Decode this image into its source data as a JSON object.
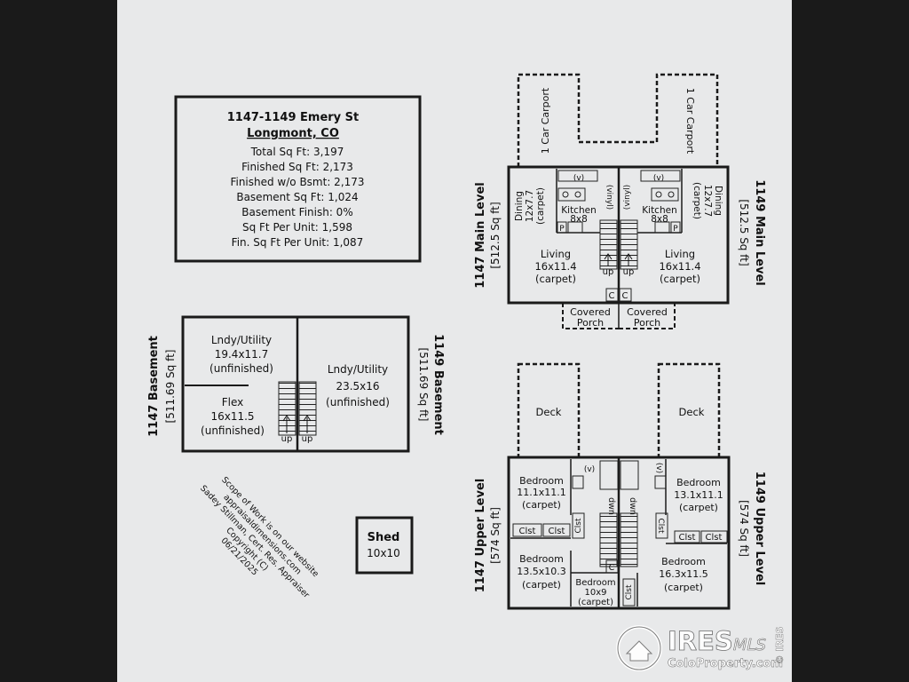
{
  "info": {
    "address": "1147-1149 Emery St",
    "city": "Longmont, CO",
    "lines": [
      "Total Sq Ft: 3,197",
      "Finished Sq Ft: 2,173",
      "Finished w/o Bsmt: 2,173",
      "Basement Sq Ft: 1,024",
      "Basement Finish: 0%",
      "Sq Ft Per Unit: 1,598",
      "Fin. Sq Ft Per Unit: 1,087"
    ]
  },
  "basement": {
    "left_title": "1147 Basement",
    "left_sqft": "[511.69 Sq ft]",
    "right_title": "1149 Basement",
    "right_sqft": "[511.69 Sq ft]",
    "laundry_left": [
      "Lndy/Utility",
      "19.4x11.7",
      "(unfinished)"
    ],
    "flex": [
      "Flex",
      "16x11.5",
      "(unfinished)"
    ],
    "laundry_right": [
      "Lndy/Utility",
      "23.5x16",
      "(unfinished)"
    ],
    "up": "up"
  },
  "shed": {
    "title": "Shed",
    "size": "10x10"
  },
  "credit": [
    "Scope of Work is on our website",
    "appraisaldimensions.com",
    "Sadey Stillman, Cert. Res. Appraiser",
    "Copyright (C)",
    "06/21/2025"
  ],
  "main": {
    "left_title": "1147 Main Level",
    "left_sqft": "[512.5 Sq ft]",
    "right_title": "1149 Main Level",
    "right_sqft": "[512.5 Sq ft]",
    "carport": "1 Car Carport",
    "dining": [
      "Dining",
      "12x7.7",
      "(carpet)"
    ],
    "kitchen": [
      "Kitchen",
      "8x8"
    ],
    "living": [
      "Living",
      "16x11.4",
      "(carpet)"
    ],
    "vinyl": "(vinyl)",
    "porch": [
      "Covered",
      "Porch"
    ],
    "v": "(v)",
    "p": "P",
    "c": "C",
    "up": "up"
  },
  "upper": {
    "left_title": "1147 Upper Level",
    "left_sqft": "[574 Sq ft]",
    "right_title": "1149 Upper Level",
    "right_sqft": "[574 Sq ft]",
    "deck": "Deck",
    "bed_left_top": [
      "Bedroom",
      "11.1x11.1",
      "(carpet)"
    ],
    "bed_right_top": [
      "Bedroom",
      "13.1x11.1",
      "(carpet)"
    ],
    "bed_left_bottom": [
      "Bedroom",
      "13.5x10.3",
      "(carpet)"
    ],
    "bed_middle": [
      "Bedroom",
      "10x9",
      "(carpet)"
    ],
    "bed_right_bottom": [
      "Bedroom",
      "16.3x11.5",
      "(carpet)"
    ],
    "clst": "Clst",
    "dwn": "dwn",
    "v": "(v)",
    "c": "C"
  },
  "watermark": {
    "brand": "IRES",
    "mls": "MLS",
    "site": "ColoProperty.com",
    "side": "© IRES"
  }
}
